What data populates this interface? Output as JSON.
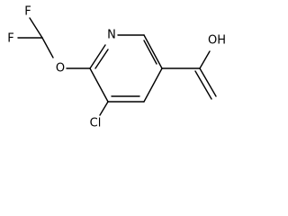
{
  "structure": {
    "atoms": {
      "fluorine_top": "F",
      "fluorine_left": "F",
      "ether_oxygen": "O",
      "ring_nitrogen": "N",
      "chlorine": "Cl",
      "hydroxyl": "OH"
    },
    "colors": {
      "bond": "#000000",
      "label": "#000000",
      "background": "#ffffff"
    }
  }
}
